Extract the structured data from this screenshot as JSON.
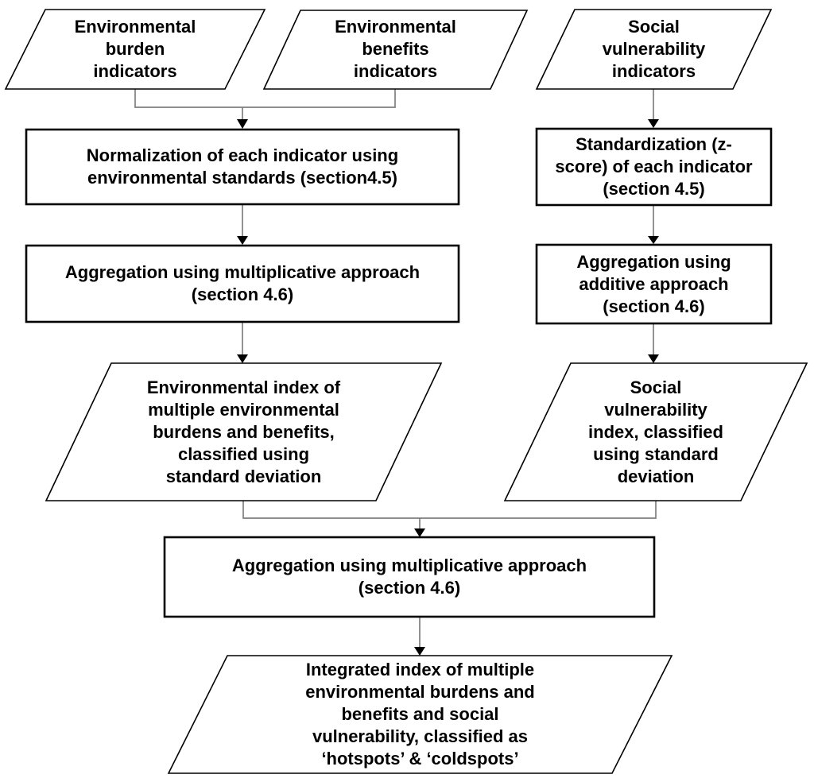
{
  "figure": {
    "type": "flowchart"
  },
  "nodes": {
    "env_burden": {
      "label": "Environmental\nburden\nindicators",
      "shape": "parallelogram"
    },
    "env_benefits": {
      "label": "Environmental\nbenefits\nindicators",
      "shape": "parallelogram"
    },
    "social_indicators": {
      "label": "Social\nvulnerability\nindicators",
      "shape": "parallelogram"
    },
    "normalization": {
      "label": "Normalization of each indicator using\nenvironmental standards (section4.5)",
      "shape": "rectangle"
    },
    "standardization": {
      "label": "Standardization (z-\nscore) of each indicator\n(section 4.5)",
      "shape": "rectangle"
    },
    "aggregation_multiplicative_env": {
      "label": "Aggregation using multiplicative approach\n(section 4.6)",
      "shape": "rectangle"
    },
    "aggregation_additive_social": {
      "label": "Aggregation using\nadditive approach\n(section 4.6)",
      "shape": "rectangle"
    },
    "environmental_index": {
      "label": "Environmental index of\nmultiple environmental\nburdens and benefits,\nclassified using\nstandard deviation",
      "shape": "parallelogram"
    },
    "social_vulnerability_index": {
      "label": "Social\nvulnerability\nindex, classified\nusing standard\ndeviation",
      "shape": "parallelogram"
    },
    "aggregation_multiplicative_combined": {
      "label": "Aggregation using multiplicative approach\n(section 4.6)",
      "shape": "rectangle"
    },
    "integrated_index": {
      "label": "Integrated index of multiple\nenvironmental burdens and\nbenefits and social\nvulnerability, classified as\n‘hotspots’ & ‘coldspots’",
      "shape": "parallelogram"
    }
  },
  "edges": [
    {
      "from": "env_burden",
      "to": "normalization"
    },
    {
      "from": "env_benefits",
      "to": "normalization"
    },
    {
      "from": "social_indicators",
      "to": "standardization"
    },
    {
      "from": "normalization",
      "to": "aggregation_multiplicative_env"
    },
    {
      "from": "standardization",
      "to": "aggregation_additive_social"
    },
    {
      "from": "aggregation_multiplicative_env",
      "to": "environmental_index"
    },
    {
      "from": "aggregation_additive_social",
      "to": "social_vulnerability_index"
    },
    {
      "from": "environmental_index",
      "to": "aggregation_multiplicative_combined"
    },
    {
      "from": "social_vulnerability_index",
      "to": "aggregation_multiplicative_combined"
    },
    {
      "from": "aggregation_multiplicative_combined",
      "to": "integrated_index"
    }
  ],
  "colors": {
    "background": "#ffffff",
    "node_fill": "#ffffff",
    "node_stroke": "#000000",
    "connector": "#7f7f7f",
    "text": "#000000"
  }
}
